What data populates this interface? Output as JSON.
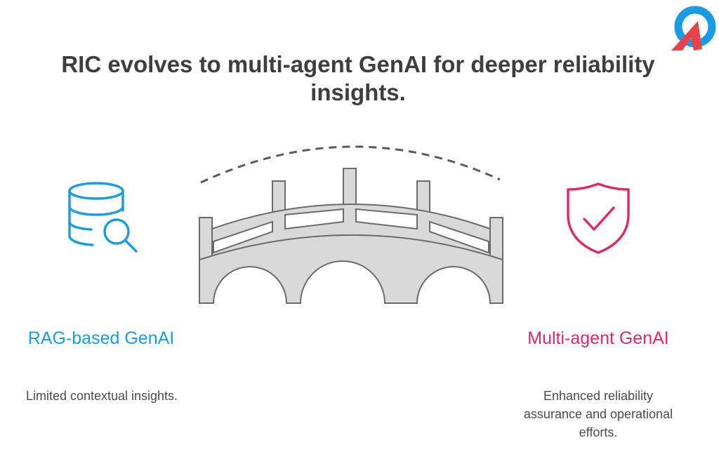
{
  "title": "RIC evolves to multi-agent GenAI for deeper reliability insights.",
  "left": {
    "heading": "RAG-based GenAI",
    "description": "Limited contextual insights.",
    "icon": "database-search-icon",
    "color": "#1a9be6"
  },
  "right": {
    "heading": "Multi-agent GenAI",
    "description": "Enhanced reliability assurance and operational efforts.",
    "icon": "shield-check-icon",
    "color": "#e3285f"
  },
  "center": {
    "icon": "bridge-icon",
    "fill": "#d9d9d9",
    "stroke": "#6b6b6b"
  },
  "logo": {
    "icon": "brand-logo-icon",
    "colors": [
      "#1a9be6",
      "#e8434a"
    ]
  }
}
